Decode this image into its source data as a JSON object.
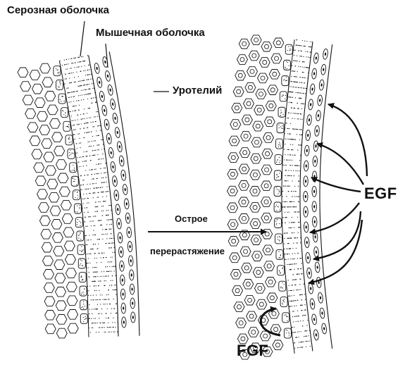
{
  "labels": {
    "serosa": "Серозная оболочка",
    "muscularis": "Мышечная оболочка",
    "urothelium": "Уротелий",
    "acute_line1": "Острое",
    "acute_line2": "перерастяжение",
    "egf": "EGF",
    "fgf": "FGF"
  },
  "colors": {
    "ink": "#111111",
    "background": "#ffffff"
  }
}
